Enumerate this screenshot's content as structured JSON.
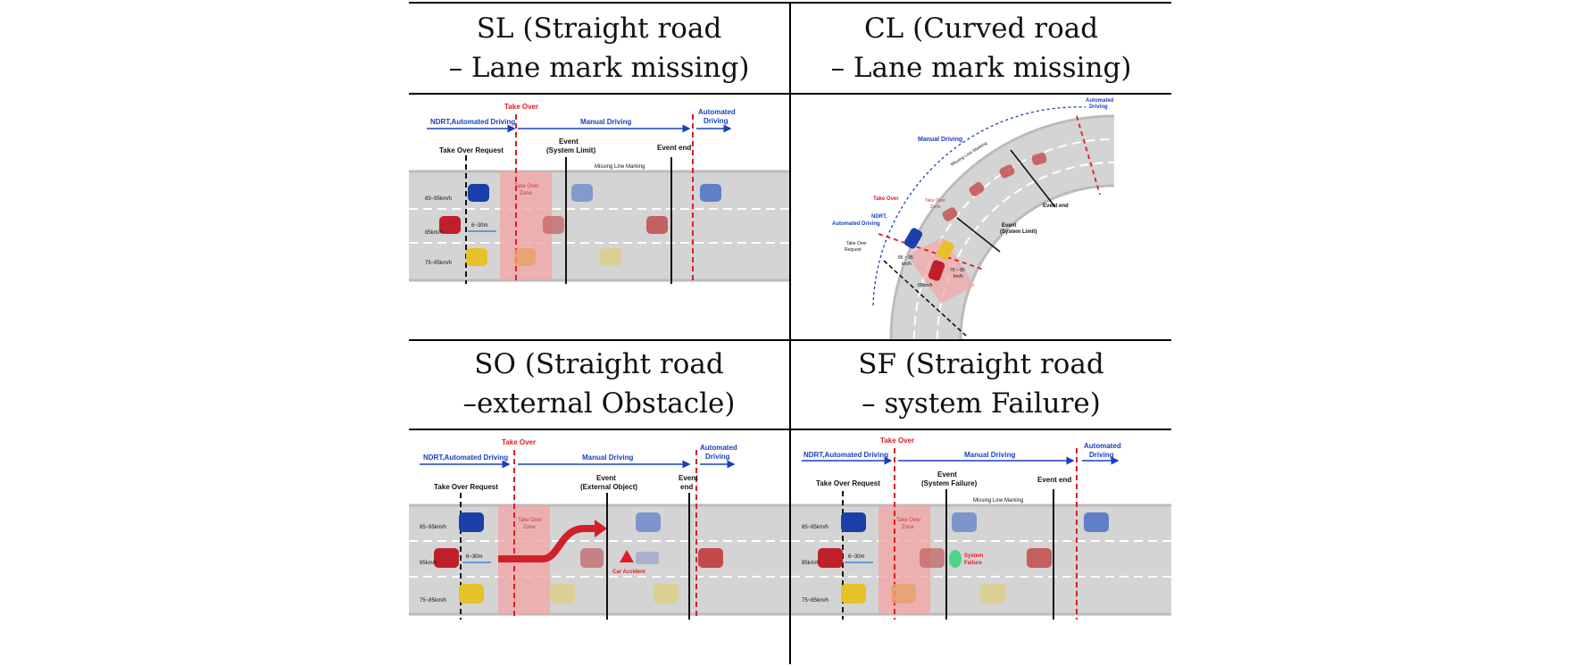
{
  "cells": [
    {
      "caption_line1": "SL (Straight road",
      "caption_line2": "– Lane mark missing)"
    },
    {
      "caption_line1": "CL (Curved road",
      "caption_line2": "– Lane mark missing)"
    },
    {
      "caption_line1": "SO (Straight road",
      "caption_line2": "–external Obstacle)"
    },
    {
      "caption_line1": "SF (Straight road",
      "caption_line2": "– system Failure)"
    }
  ],
  "sl": {
    "ndrt": "NDRT,Automated Driving",
    "take_over": "Take Over",
    "manual": "Manual Driving",
    "auto1": "Automated",
    "auto2": "Driving",
    "tor": "Take Over Request",
    "event1": "Event",
    "event2": "(System Limit)",
    "event_end": "Event end",
    "missing": "Missing Line Marking",
    "zone1": "Take Over",
    "zone2": "Zone",
    "speed_top": "85~95km/h",
    "speed_mid": "85km/h",
    "speed_bot": "75~85km/h",
    "gap": "6~30m"
  },
  "cl": {
    "auto1": "Automated",
    "auto2": "Driving",
    "manual": "Manual Driving",
    "missing": "Missing Line Marking",
    "take_over": "Take Over",
    "zone1": "Take Over",
    "zone2": "Zone",
    "ndrt1": "NDRT,",
    "ndrt2": "Automated Driving",
    "event_end": "Event end",
    "event1": "Event",
    "event2": "(System Limit)",
    "tor1": "Take Over",
    "tor2": "Request",
    "speed_left1": "85 ~ 95",
    "speed_left2": "km/h",
    "speed_right1": "75 ~ 85",
    "speed_right2": "km/h",
    "speed_bottom": "85km/h"
  },
  "so": {
    "ndrt": "NDRT,Automated Driving",
    "take_over": "Take Over",
    "manual": "Manual Driving",
    "auto1": "Automated",
    "auto2": "Driving",
    "tor": "Take Over Request",
    "event1": "Event",
    "event2": "(External Object)",
    "event_end1": "Event",
    "event_end2": "end",
    "zone1": "Take Over",
    "zone2": "Zone",
    "accident": "Car Accident",
    "speed_top": "85~95km/h",
    "speed_mid": "85km/h",
    "speed_bot": "75~85km/h",
    "gap": "6~30m"
  },
  "sf": {
    "ndrt": "NDRT,Automated Driving",
    "take_over": "Take Over",
    "manual": "Manual Driving",
    "auto1": "Automated",
    "auto2": "Driving",
    "tor": "Take Over Request",
    "event1": "Event",
    "event2": "(System Failure)",
    "event_end": "Event end",
    "missing": "Missing Line Marking",
    "zone1": "Take Over",
    "zone2": "Zone",
    "failure1": "System",
    "failure2": "Failure",
    "speed_top": "85~95km/h",
    "speed_mid": "85km/h",
    "speed_bot": "75~85km/h",
    "gap": "6~30m"
  },
  "colors": {
    "blue_label": "#1a3fbf",
    "red_label": "#e01b24",
    "road": "#d4d4d4",
    "zone": "#f3a6a6"
  }
}
